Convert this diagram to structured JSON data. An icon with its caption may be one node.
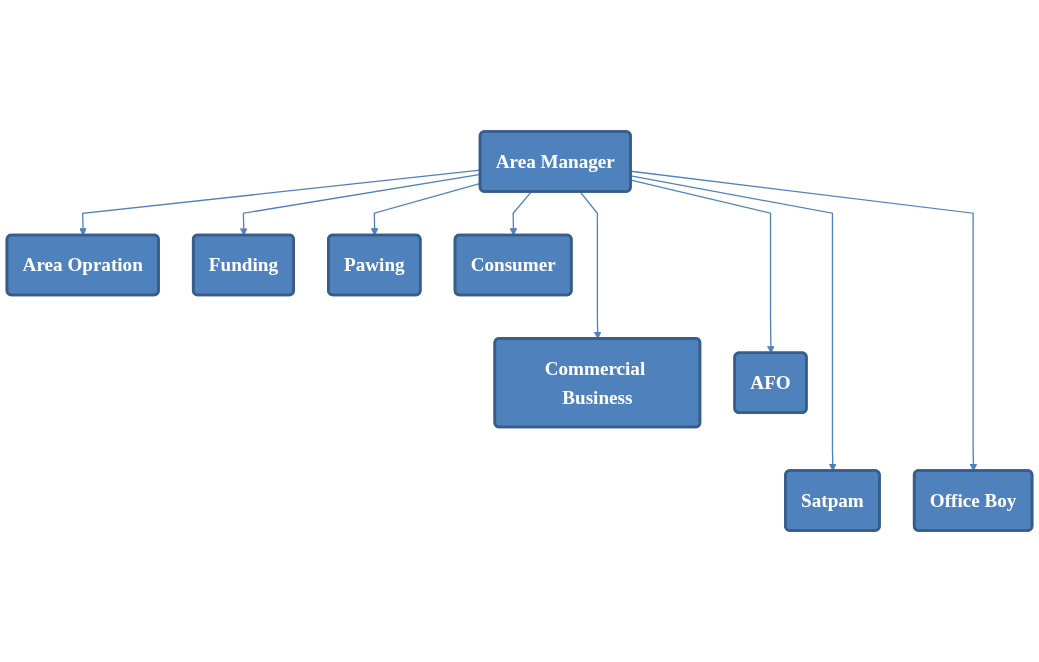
{
  "diagram": {
    "nodes": [
      {
        "text": [
          "Area Manager"
        ]
      },
      {
        "text": [
          "Area Opration"
        ]
      },
      {
        "text": [
          "Funding"
        ]
      },
      {
        "text": [
          "Pawing"
        ]
      },
      {
        "text": [
          "Consumer"
        ]
      },
      {
        "text": [
          "Commercial Business"
        ]
      },
      {
        "text": [
          "AFO"
        ]
      },
      {
        "text": [
          "Satpam"
        ]
      },
      {
        "text": [
          "Office Boy"
        ]
      }
    ],
    "edges": [
      {
        "from": 0,
        "to": 1,
        "arrow": "to"
      },
      {
        "from": 0,
        "to": 2,
        "arrow": "to"
      },
      {
        "from": 0,
        "to": 3,
        "arrow": "to"
      },
      {
        "from": 0,
        "to": 4,
        "arrow": "to"
      },
      {
        "from": 0,
        "to": 5,
        "arrow": "to"
      },
      {
        "from": 0,
        "to": 6,
        "arrow": "to"
      },
      {
        "from": 0,
        "to": 7,
        "arrow": "to"
      },
      {
        "from": 0,
        "to": 8,
        "arrow": "to"
      }
    ]
  }
}
